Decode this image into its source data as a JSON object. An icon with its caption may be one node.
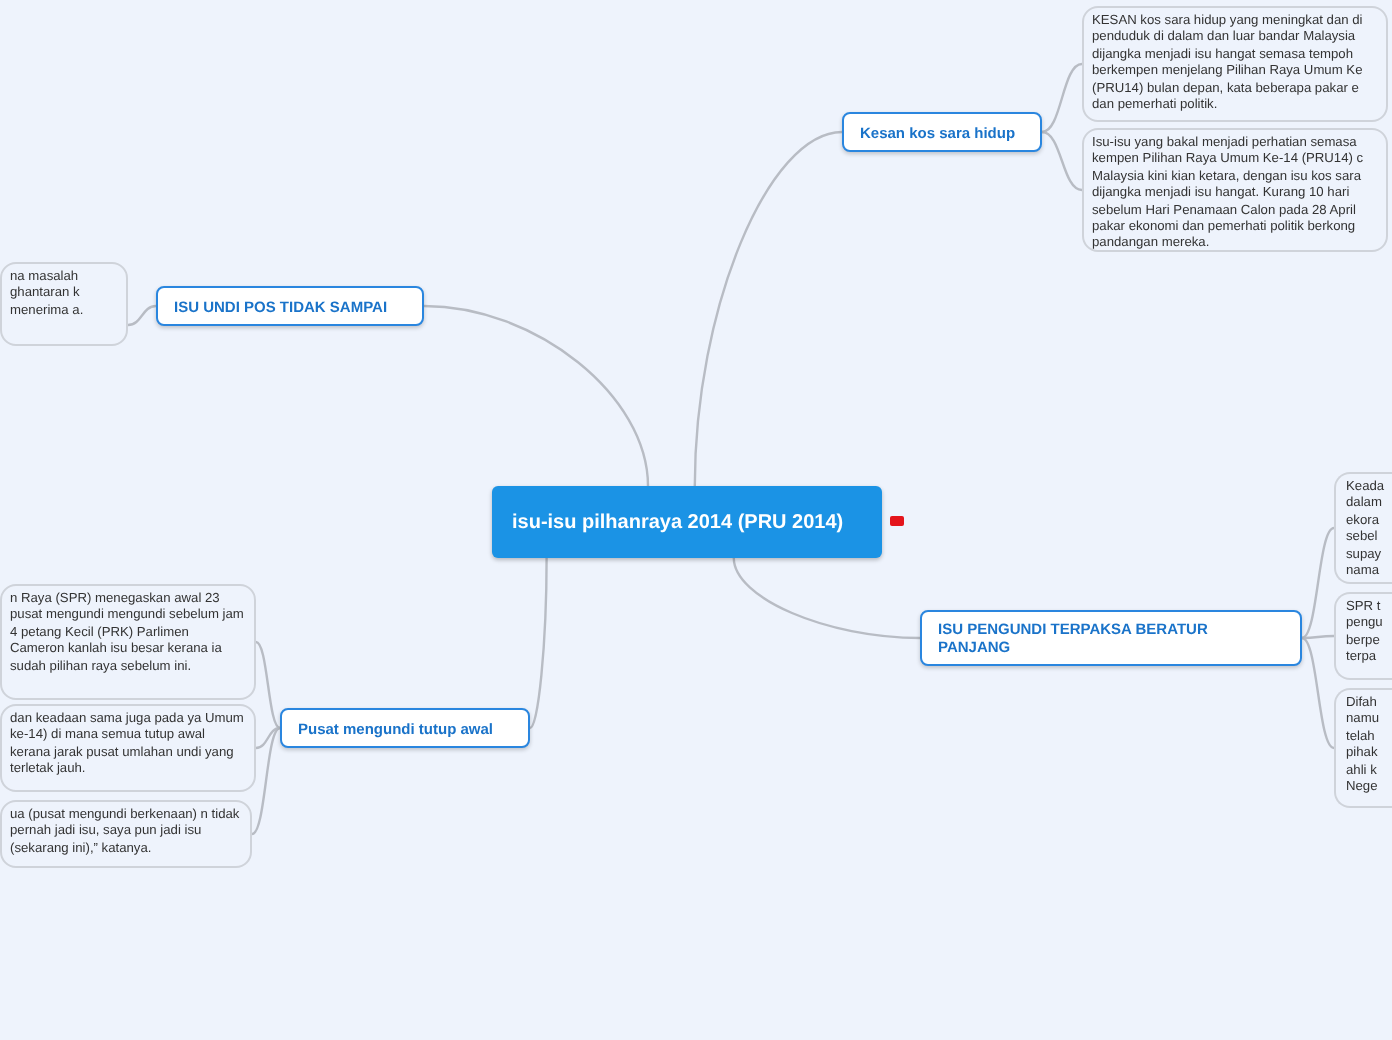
{
  "diagram": {
    "nodes": [
      {
        "text": [
          "isu-isu pilhanraya 2014 (PRU 2014)"
        ]
      },
      {
        "text": [
          "Kesan kos sara hidup"
        ]
      },
      {
        "text": [
          "KESAN kos sara hidup yang meningkat dan di penduduk di dalam dan luar bandar Malaysia dijangka menjadi isu hangat semasa tempoh berkempen menjelang Pilihan Raya Umum Ke (PRU14) bulan depan, kata beberapa pakar e dan pemerhati politik."
        ]
      },
      {
        "text": [
          "Isu-isu yang bakal menjadi perhatian semasa kempen Pilihan Raya Umum Ke-14 (PRU14) c Malaysia kini kian ketara, dengan isu kos sara dijangka menjadi isu hangat. Kurang 10 hari sebelum Hari Penamaan Calon pada 28 April pakar ekonomi dan pemerhati politik berkong pandangan mereka."
        ]
      },
      {
        "text": [
          "ISU UNDI POS TIDAK SAMPAI"
        ]
      },
      {
        "text": [
          "na masalah ghantaran k menerima a."
        ]
      },
      {
        "text": [
          "ISU PENGUNDI TERPAKSA BERATUR PANJANG"
        ]
      },
      {
        "text": [
          "Keada dalam ekora sebel supay nama"
        ]
      },
      {
        "text": [
          "SPR t pengu berpe terpa"
        ]
      },
      {
        "text": [
          "Difah namu telah pihak ahli k Nege"
        ]
      },
      {
        "text": [
          "Pusat mengundi tutup awal"
        ]
      },
      {
        "text": [
          "n Raya (SPR) menegaskan awal 23 pusat mengundi mengundi sebelum jam 4 petang Kecil (PRK) Parlimen Cameron kanlah isu besar kerana ia sudah pilihan raya sebelum ini."
        ]
      },
      {
        "text": [
          "dan keadaan sama juga pada ya Umum ke-14) di mana semua tutup awal kerana jarak pusat umlahan undi yang terletak jauh."
        ]
      },
      {
        "text": [
          "ua (pusat mengundi berkenaan) n tidak pernah jadi isu, saya pun jadi isu (sekarang ini),” katanya."
        ]
      }
    ],
    "edges": [
      {
        "from": 0,
        "to": 1,
        "arrow": "none"
      },
      {
        "from": 1,
        "to": 2,
        "arrow": "none"
      },
      {
        "from": 1,
        "to": 3,
        "arrow": "none"
      },
      {
        "from": 0,
        "to": 4,
        "arrow": "none"
      },
      {
        "from": 4,
        "to": 5,
        "arrow": "none"
      },
      {
        "from": 0,
        "to": 6,
        "arrow": "none"
      },
      {
        "from": 6,
        "to": 7,
        "arrow": "none"
      },
      {
        "from": 6,
        "to": 8,
        "arrow": "none"
      },
      {
        "from": 6,
        "to": 9,
        "arrow": "none"
      },
      {
        "from": 0,
        "to": 10,
        "arrow": "none"
      },
      {
        "from": 10,
        "to": 11,
        "arrow": "none"
      },
      {
        "from": 10,
        "to": 12,
        "arrow": "none"
      },
      {
        "from": 10,
        "to": 13,
        "arrow": "none"
      }
    ]
  }
}
